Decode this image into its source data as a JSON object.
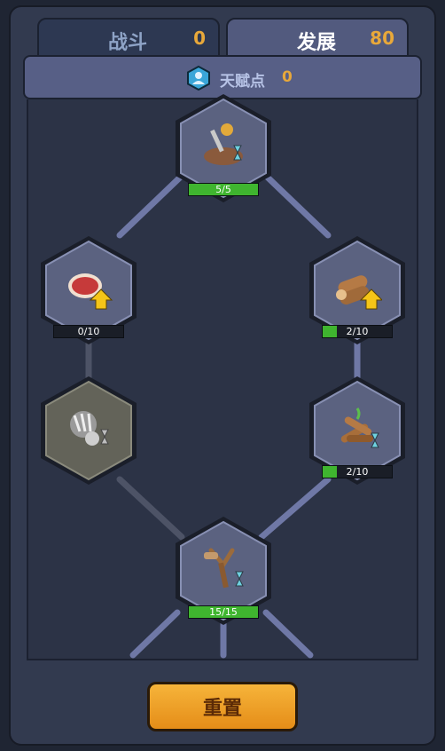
{
  "tabs": [
    {
      "label": "战斗",
      "value": "0",
      "active": false
    },
    {
      "label": "发展",
      "value": "80",
      "active": true
    }
  ],
  "talent": {
    "label": "天赋点",
    "value": "0",
    "icon": "talent-point-icon"
  },
  "nodes": {
    "top": {
      "icon": "axe-crafting-icon",
      "progress": "5/5",
      "fill": 1.0
    },
    "left_upper": {
      "icon": "meat-upgrade-icon",
      "progress": "0/10",
      "fill": 0.0
    },
    "right_upper": {
      "icon": "wood-upgrade-icon",
      "progress": "2/10",
      "fill": 0.2
    },
    "left_lower": {
      "icon": "bear-claw-icon",
      "progress": "",
      "fill": 0.0
    },
    "right_lower": {
      "icon": "firewood-icon",
      "progress": "2/10",
      "fill": 0.2
    },
    "bottom": {
      "icon": "slingshot-icon",
      "progress": "15/15",
      "fill": 1.0
    }
  },
  "reset_label": "重置",
  "colors": {
    "progress": "#3fb52f",
    "accent": "#e8a83a",
    "button": "#f0a52a"
  }
}
